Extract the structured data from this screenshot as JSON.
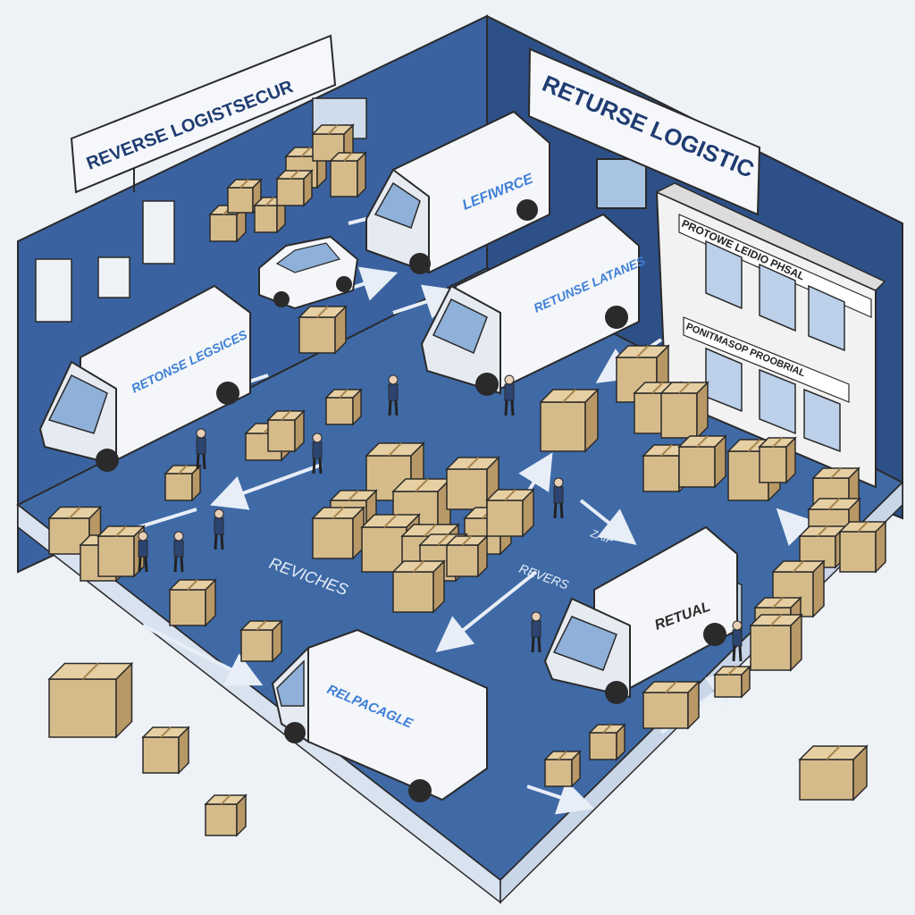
{
  "colors": {
    "floor": "#3f6aa6",
    "floor_light": "#5a84bd",
    "wall": "#3a62a0",
    "wall_dark": "#2d5088",
    "van_body": "#f4f6f9",
    "van_shade": "#d3d9e2",
    "van_text": "#3d7fd6",
    "box": "#d6bb8a",
    "box_shade": "#b89866",
    "box_top": "#e6cfa2",
    "outline": "#2a2a2a",
    "arrow": "#e8eef7",
    "building": "#f2f2f2"
  },
  "signs": {
    "left_sign": "REVERSE LOGISTSECUR",
    "right_sign": "RETURSE LOGISTIC",
    "building_top": "PROTOWE LEIDIO PHSAL",
    "building_mid": "PONITMASOP PROOBRIAL"
  },
  "vans": {
    "top_center": "LEFIWRCE",
    "center": "RETUNSE LATANES",
    "left": "RETONSE LEGSICES",
    "right": "RETUAL",
    "bottom": "RELPACAGLE"
  },
  "floor_labels": {
    "center": "REVICHES",
    "right": "REVERS",
    "far_right": "ZAIP"
  }
}
